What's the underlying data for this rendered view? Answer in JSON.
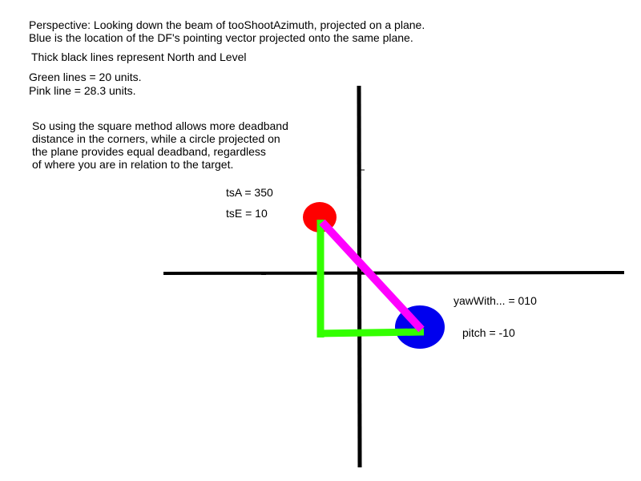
{
  "notes": {
    "perspective_line1": "Perspective: Looking down the beam of tooShootAzimuth, projected on a plane.",
    "perspective_line2": "Blue is the location of the DF's pointing vector projected onto the same plane.",
    "thick_lines": "Thick black lines represent North and Level",
    "green_lines": "Green lines = 20 units.",
    "pink_line": "Pink line = 28.3 units.",
    "method_line1": "So using the square method allows more deadband",
    "method_line2": "distance in the corners, while a circle projected on",
    "method_line3": "the plane provides equal deadband, regardless",
    "method_line4": "of where you are in relation to the target."
  },
  "target": {
    "azimuth_label": "tsA = 350",
    "elevation_label": "tsE = 10",
    "color": "#ff0000"
  },
  "pointing_vector": {
    "yaw_label": "yawWith... = 010",
    "pitch_label": "pitch = -10",
    "color": "#0000ee"
  },
  "colors": {
    "axes": "#000000",
    "green_lines": "#33ff00",
    "pink_line": "#ff00ff"
  }
}
